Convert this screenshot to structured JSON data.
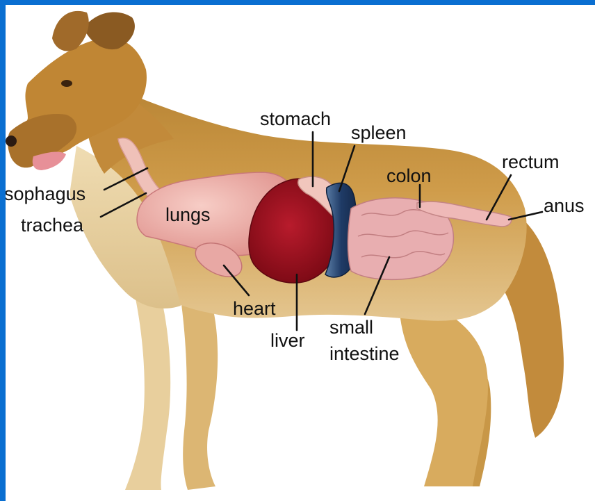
{
  "colors": {
    "frame": "#0a6fd1",
    "background": "#ffffff",
    "fur": "#c9943f",
    "fur_light": "#ecd7a8",
    "lungs": "#f0b4ae",
    "liver": "#9b1020",
    "spleen": "#24446e",
    "intestine": "#e8aeb0",
    "trachea": "#efc1b9"
  },
  "labels": {
    "esophagus": "sophagus",
    "trachea": "trachea",
    "lungs": "lungs",
    "stomach": "stomach",
    "spleen": "spleen",
    "colon": "colon",
    "rectum": "rectum",
    "anus": "anus",
    "heart": "heart",
    "liver": "liver",
    "small_intestine_1": "small",
    "small_intestine_2": "intestine"
  }
}
